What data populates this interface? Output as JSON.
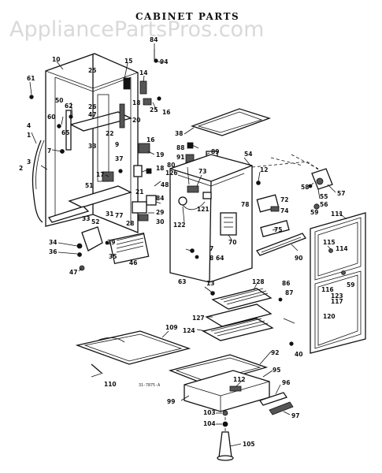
{
  "watermark": "AppliancePartsPros.com",
  "title": "CABINET PARTS",
  "footnote": "31-7875-A",
  "callouts": [
    {
      "id": "c84",
      "text": "84"
    },
    {
      "id": "c15",
      "text": "15"
    },
    {
      "id": "c94",
      "text": "94"
    },
    {
      "id": "c10",
      "text": "10"
    },
    {
      "id": "c14",
      "text": "14"
    },
    {
      "id": "c25a",
      "text": "25"
    },
    {
      "id": "c61",
      "text": "61"
    },
    {
      "id": "c18",
      "text": "18"
    },
    {
      "id": "c25b",
      "text": "25"
    },
    {
      "id": "c16a",
      "text": "16"
    },
    {
      "id": "c50",
      "text": "50"
    },
    {
      "id": "c62",
      "text": "62"
    },
    {
      "id": "c26",
      "text": "26"
    },
    {
      "id": "c47a",
      "text": "47"
    },
    {
      "id": "c60",
      "text": "60"
    },
    {
      "id": "c65",
      "text": "65"
    },
    {
      "id": "c20",
      "text": "20"
    },
    {
      "id": "c22",
      "text": "22"
    },
    {
      "id": "c33a",
      "text": "33"
    },
    {
      "id": "c9",
      "text": "9"
    },
    {
      "id": "c4",
      "text": "4"
    },
    {
      "id": "c1",
      "text": "1"
    },
    {
      "id": "c7a",
      "text": "7"
    },
    {
      "id": "c16b",
      "text": "16"
    },
    {
      "id": "c19",
      "text": "19"
    },
    {
      "id": "c3",
      "text": "3"
    },
    {
      "id": "c2",
      "text": "2"
    },
    {
      "id": "c37",
      "text": "37"
    },
    {
      "id": "c18b",
      "text": "18"
    },
    {
      "id": "c17",
      "text": "17"
    },
    {
      "id": "c51",
      "text": "51"
    },
    {
      "id": "c21",
      "text": "21"
    },
    {
      "id": "c48",
      "text": "48"
    },
    {
      "id": "c84b",
      "text": "84"
    },
    {
      "id": "c33b",
      "text": "33"
    },
    {
      "id": "c31",
      "text": "31"
    },
    {
      "id": "c77",
      "text": "77"
    },
    {
      "id": "c28",
      "text": "28"
    },
    {
      "id": "c29",
      "text": "29"
    },
    {
      "id": "c30",
      "text": "30"
    },
    {
      "id": "c52",
      "text": "52"
    },
    {
      "id": "c34",
      "text": "34"
    },
    {
      "id": "c39",
      "text": "39"
    },
    {
      "id": "c36",
      "text": "36"
    },
    {
      "id": "c35",
      "text": "35"
    },
    {
      "id": "c46",
      "text": "46"
    },
    {
      "id": "c47b",
      "text": "47"
    },
    {
      "id": "c38",
      "text": "38"
    },
    {
      "id": "c88",
      "text": "88"
    },
    {
      "id": "c89",
      "text": "89"
    },
    {
      "id": "c91",
      "text": "91"
    },
    {
      "id": "c54",
      "text": "54"
    },
    {
      "id": "c12",
      "text": "12"
    },
    {
      "id": "c80",
      "text": "80"
    },
    {
      "id": "c126",
      "text": "126"
    },
    {
      "id": "c73",
      "text": "73"
    },
    {
      "id": "c121",
      "text": "121"
    },
    {
      "id": "c122",
      "text": "122"
    },
    {
      "id": "c78",
      "text": "78"
    },
    {
      "id": "c72",
      "text": "72"
    },
    {
      "id": "c74",
      "text": "74"
    },
    {
      "id": "c70",
      "text": "70"
    },
    {
      "id": "c75",
      "text": "75"
    },
    {
      "id": "c7b",
      "text": "7"
    },
    {
      "id": "c8",
      "text": "8"
    },
    {
      "id": "c64",
      "text": "64"
    },
    {
      "id": "c63",
      "text": "63"
    },
    {
      "id": "c90",
      "text": "90"
    },
    {
      "id": "c58",
      "text": "58"
    },
    {
      "id": "c55",
      "text": "55"
    },
    {
      "id": "c56",
      "text": "56"
    },
    {
      "id": "c57",
      "text": "57"
    },
    {
      "id": "c59a",
      "text": "59"
    },
    {
      "id": "c111",
      "text": "111"
    },
    {
      "id": "c115",
      "text": "115"
    },
    {
      "id": "c114",
      "text": "114"
    },
    {
      "id": "c59b",
      "text": "59"
    },
    {
      "id": "c116",
      "text": "116"
    },
    {
      "id": "c123",
      "text": "123"
    },
    {
      "id": "c117",
      "text": "117"
    },
    {
      "id": "c120",
      "text": "120"
    },
    {
      "id": "c13",
      "text": "13"
    },
    {
      "id": "c128",
      "text": "128"
    },
    {
      "id": "c86",
      "text": "86"
    },
    {
      "id": "c87",
      "text": "87"
    },
    {
      "id": "c127",
      "text": "127"
    },
    {
      "id": "c124",
      "text": "124"
    },
    {
      "id": "c109",
      "text": "109"
    },
    {
      "id": "c92",
      "text": "92"
    },
    {
      "id": "c40",
      "text": "40"
    },
    {
      "id": "c110",
      "text": "110"
    },
    {
      "id": "c95",
      "text": "95"
    },
    {
      "id": "c112",
      "text": "112"
    },
    {
      "id": "c96",
      "text": "96"
    },
    {
      "id": "c99",
      "text": "99"
    },
    {
      "id": "c97",
      "text": "97"
    },
    {
      "id": "c103",
      "text": "103"
    },
    {
      "id": "c104",
      "text": "104"
    },
    {
      "id": "c105",
      "text": "105"
    }
  ]
}
